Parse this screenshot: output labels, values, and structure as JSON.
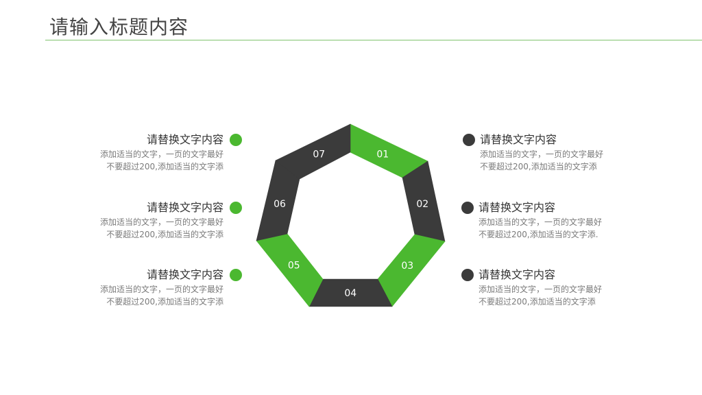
{
  "title": "请输入标题内容",
  "colors": {
    "green": "#4bb830",
    "dark": "#3b3b3b",
    "accent_line": "#7fc36e"
  },
  "segments": [
    {
      "label": "01",
      "color": "green"
    },
    {
      "label": "02",
      "color": "dark"
    },
    {
      "label": "03",
      "color": "green"
    },
    {
      "label": "04",
      "color": "dark"
    },
    {
      "label": "05",
      "color": "green"
    },
    {
      "label": "06",
      "color": "dark"
    },
    {
      "label": "07",
      "color": "dark"
    }
  ],
  "left_items": [
    {
      "heading": "请替换文字内容",
      "line1": "添加适当的文字，一页的文字最好",
      "line2": "不要超过200,添加适当的文字添",
      "dot_color": "green"
    },
    {
      "heading": "请替换文字内容",
      "line1": "添加适当的文字，一页的文字最好",
      "line2": "不要超过200,添加适当的文字添",
      "dot_color": "green"
    },
    {
      "heading": "请替换文字内容",
      "line1": "添加适当的文字，一页的文字最好",
      "line2": "不要超过200,添加适当的文字添",
      "dot_color": "green"
    }
  ],
  "right_items": [
    {
      "heading": "请替换文字内容",
      "line1": "添加适当的文字，一页的文字最好",
      "line2": "不要超过200,添加适当的文字添",
      "dot_color": "dark"
    },
    {
      "heading": "请替换文字内容",
      "line1": "添加适当的文字，一页的文字最好",
      "line2": "不要超过200,添加适当的文字添.",
      "dot_color": "dark"
    },
    {
      "heading": "请替换文字内容",
      "line1": "添加适当的文字，一页的文字最好",
      "line2": "不要超过200,添加适当的文字添",
      "dot_color": "dark"
    }
  ]
}
